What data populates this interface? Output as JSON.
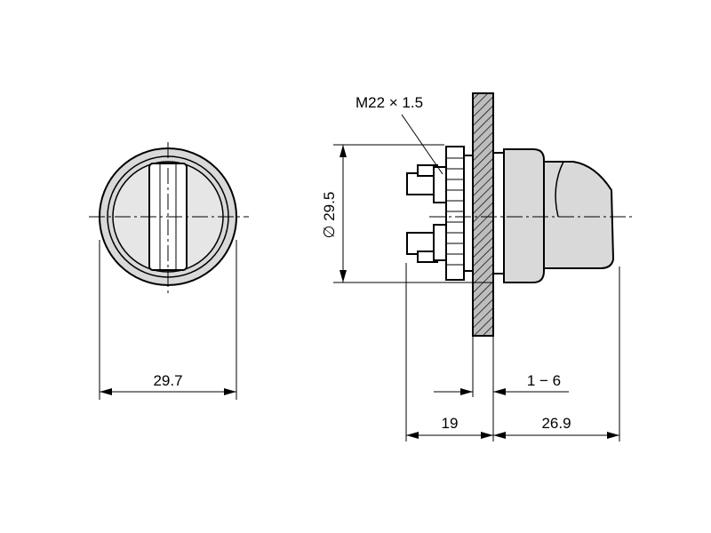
{
  "front_view": {
    "width_dim": "29.7"
  },
  "side_view": {
    "thread_label": "M22 × 1.5",
    "diameter_label": "∅ 29.5",
    "panel_thickness": "1 − 6",
    "rear_depth": "19",
    "front_depth": "26.9"
  },
  "colors": {
    "line": "#000000",
    "fill": "#d9d9d9",
    "hatch_bg": "#bdbdbd"
  }
}
